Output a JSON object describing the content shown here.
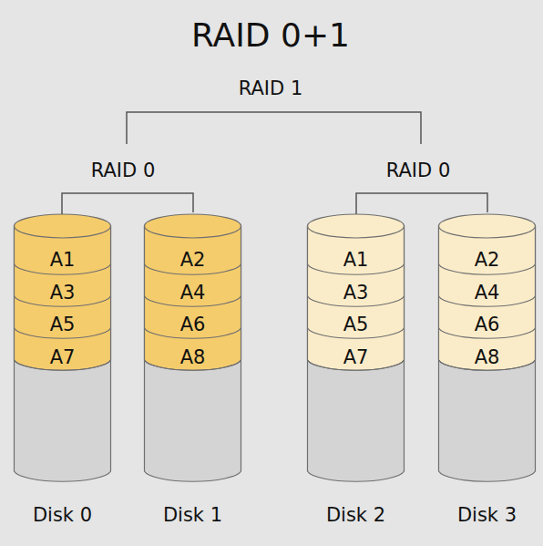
{
  "diagram": {
    "title": "RAID 0+1",
    "nodes": [
      {
        "text": [
          "A1",
          "A3",
          "A5",
          "A7",
          "Disk 0"
        ]
      },
      {
        "text": [
          "A2",
          "A4",
          "A6",
          "A8",
          "Disk 1"
        ]
      },
      {
        "text": [
          "A1",
          "A3",
          "A5",
          "A7",
          "Disk 2"
        ]
      },
      {
        "text": [
          "A2",
          "A4",
          "A6",
          "A8",
          "Disk 3"
        ]
      }
    ],
    "labels": [
      "RAID 1",
      "RAID 0",
      "RAID 0"
    ]
  }
}
